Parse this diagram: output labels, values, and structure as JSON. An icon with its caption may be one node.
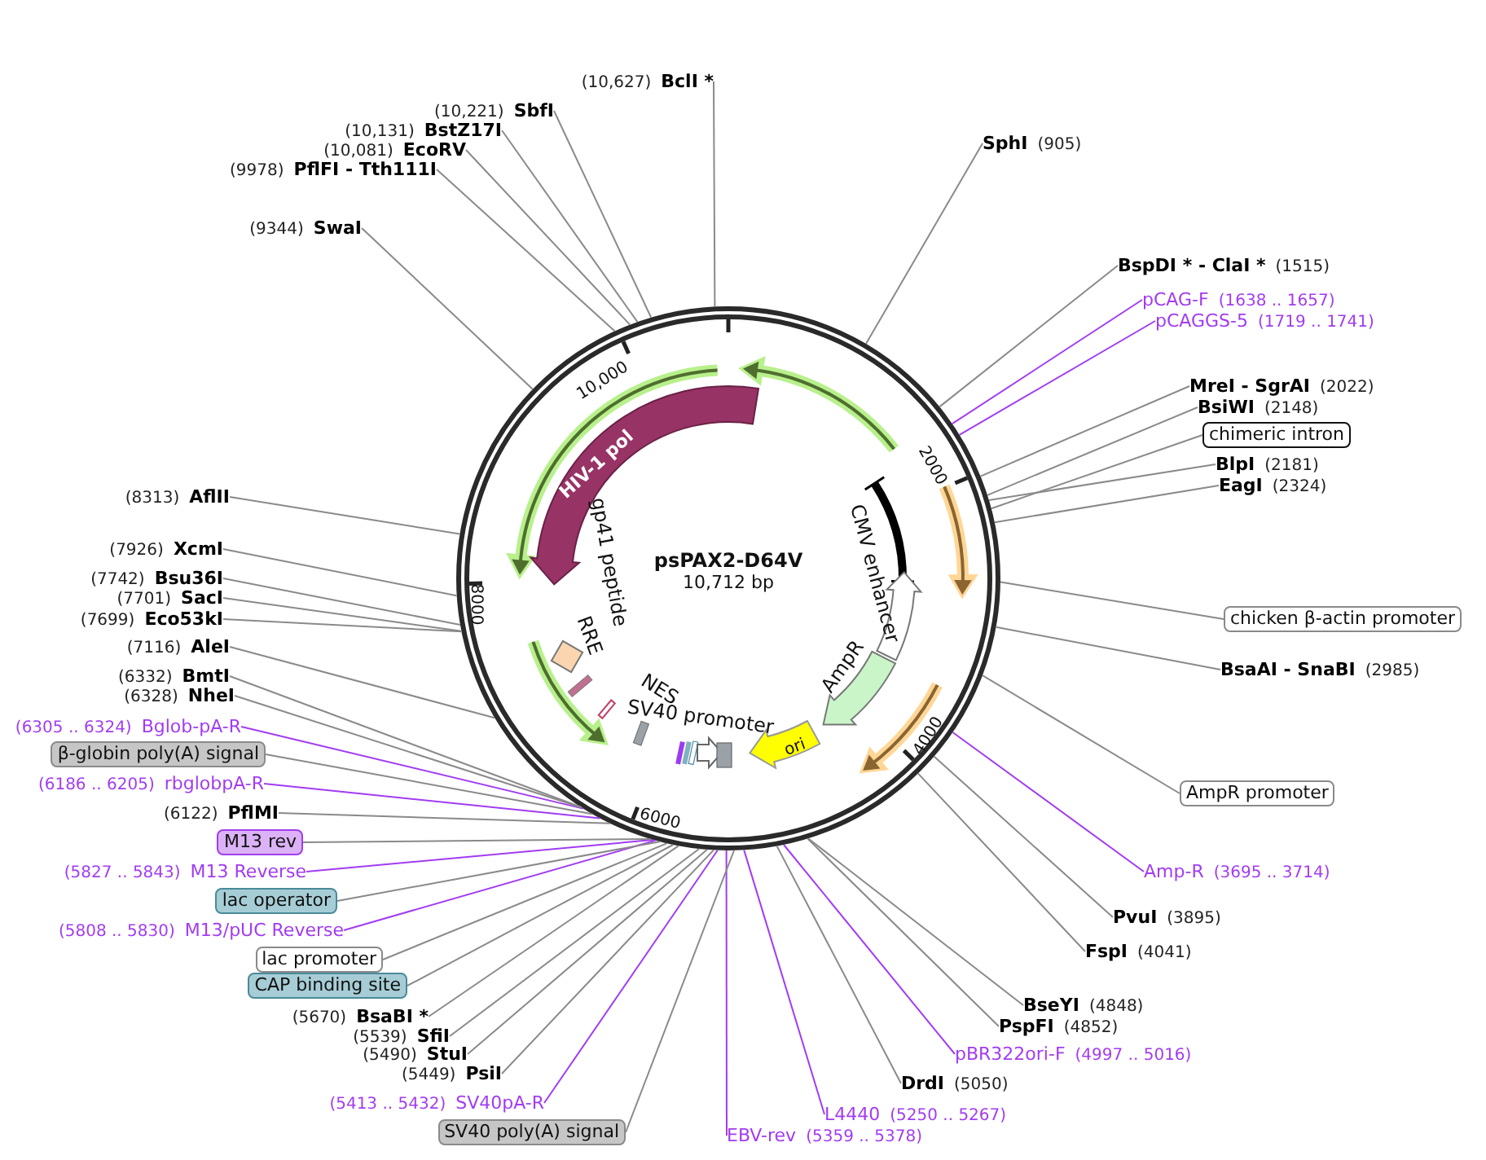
{
  "diagram": {
    "nodes": [
      {
        "text": [
          "psPAX2-D64V",
          "10,712 bp"
        ]
      },
      {
        "text": [
          "(10,627)",
          "BclI *"
        ]
      },
      {
        "text": [
          "SphI",
          "(905)"
        ]
      },
      {
        "text": [
          "BspDI * - ClaI *",
          "(1515)"
        ]
      },
      {
        "text": [
          "pCAG-F",
          "(1638 .. 1657)"
        ]
      },
      {
        "text": [
          "pCAGGS-5",
          "(1719 .. 1741)"
        ]
      },
      {
        "text": [
          "MreI - SgrAI",
          "(2022)"
        ]
      },
      {
        "text": [
          "BsiWI",
          "(2148)"
        ]
      },
      {
        "text": [
          "chimeric intron"
        ]
      },
      {
        "text": [
          "BlpI",
          "(2181)"
        ]
      },
      {
        "text": [
          "EagI",
          "(2324)"
        ]
      },
      {
        "text": [
          "chicken β-actin promoter"
        ]
      },
      {
        "text": [
          "BsaAI - SnaBI",
          "(2985)"
        ]
      },
      {
        "text": [
          "AmpR promoter"
        ]
      },
      {
        "text": [
          "Amp-R",
          "(3695 .. 3714)"
        ]
      },
      {
        "text": [
          "PvuI",
          "(3895)"
        ]
      },
      {
        "text": [
          "FspI",
          "(4041)"
        ]
      },
      {
        "text": [
          "BseYI",
          "(4848)"
        ]
      },
      {
        "text": [
          "PspFI",
          "(4852)"
        ]
      },
      {
        "text": [
          "pBR322ori-F",
          "(4997 .. 5016)"
        ]
      },
      {
        "text": [
          "DrdI",
          "(5050)"
        ]
      },
      {
        "text": [
          "L4440",
          "(5250 .. 5267)"
        ]
      },
      {
        "text": [
          "EBV-rev",
          "(5359 .. 5378)"
        ]
      },
      {
        "text": [
          "SV40 poly(A) signal"
        ]
      },
      {
        "text": [
          "(5413 .. 5432)",
          "SV40pA-R"
        ]
      },
      {
        "text": [
          "(5449)",
          "PsiI"
        ]
      },
      {
        "text": [
          "(5490)",
          "StuI"
        ]
      },
      {
        "text": [
          "(5539)",
          "SfiI"
        ]
      },
      {
        "text": [
          "(5670)",
          "BsaBI *"
        ]
      },
      {
        "text": [
          "CAP binding site"
        ]
      },
      {
        "text": [
          "lac promoter"
        ]
      },
      {
        "text": [
          "(5808 .. 5830)",
          "M13/pUC Reverse"
        ]
      },
      {
        "text": [
          "lac operator"
        ]
      },
      {
        "text": [
          "(5827 .. 5843)",
          "M13 Reverse"
        ]
      },
      {
        "text": [
          "M13 rev"
        ]
      },
      {
        "text": [
          "(6122)",
          "PflMI"
        ]
      },
      {
        "text": [
          "(6186 .. 6205)",
          "rbglobpA-R"
        ]
      },
      {
        "text": [
          "β-globin poly(A) signal"
        ]
      },
      {
        "text": [
          "(6305 .. 6324)",
          "Bglob-pA-R"
        ]
      },
      {
        "text": [
          "(6328)",
          "NheI"
        ]
      },
      {
        "text": [
          "(6332)",
          "BmtI"
        ]
      },
      {
        "text": [
          "(7116)",
          "AleI"
        ]
      },
      {
        "text": [
          "(7699)",
          "Eco53kI"
        ]
      },
      {
        "text": [
          "(7701)",
          "SacI"
        ]
      },
      {
        "text": [
          "(7742)",
          "Bsu36I"
        ]
      },
      {
        "text": [
          "(7926)",
          "XcmI"
        ]
      },
      {
        "text": [
          "(8313)",
          "AflII"
        ]
      },
      {
        "text": [
          "(9344)",
          "SwaI"
        ]
      },
      {
        "text": [
          "(9978)",
          "PflFI - Tth111I"
        ]
      },
      {
        "text": [
          "(10,081)",
          "EcoRV"
        ]
      },
      {
        "text": [
          "(10,131)",
          "BstZ17I"
        ]
      },
      {
        "text": [
          "(10,221)",
          "SbfI"
        ]
      }
    ],
    "edges": [
      {
        "from": 1,
        "to": 0,
        "arrow": "none"
      },
      {
        "from": 2,
        "to": 0,
        "arrow": "none"
      },
      {
        "from": 3,
        "to": 0,
        "arrow": "none"
      },
      {
        "from": 4,
        "to": 0,
        "arrow": "none",
        "color": "#a23cf2"
      },
      {
        "from": 5,
        "to": 0,
        "arrow": "none",
        "color": "#a23cf2"
      },
      {
        "from": 6,
        "to": 0,
        "arrow": "none"
      },
      {
        "from": 7,
        "to": 0,
        "arrow": "none"
      },
      {
        "from": 8,
        "to": 0,
        "arrow": "none"
      },
      {
        "from": 9,
        "to": 0,
        "arrow": "none"
      },
      {
        "from": 10,
        "to": 0,
        "arrow": "none"
      },
      {
        "from": 11,
        "to": 0,
        "arrow": "none"
      },
      {
        "from": 12,
        "to": 0,
        "arrow": "none"
      },
      {
        "from": 13,
        "to": 0,
        "arrow": "none"
      },
      {
        "from": 14,
        "to": 0,
        "arrow": "none",
        "color": "#a23cf2"
      },
      {
        "from": 15,
        "to": 0,
        "arrow": "none"
      },
      {
        "from": 16,
        "to": 0,
        "arrow": "none"
      },
      {
        "from": 17,
        "to": 0,
        "arrow": "none"
      },
      {
        "from": 18,
        "to": 0,
        "arrow": "none"
      },
      {
        "from": 19,
        "to": 0,
        "arrow": "none",
        "color": "#a23cf2"
      },
      {
        "from": 20,
        "to": 0,
        "arrow": "none"
      },
      {
        "from": 21,
        "to": 0,
        "arrow": "none",
        "color": "#a23cf2"
      },
      {
        "from": 22,
        "to": 0,
        "arrow": "none",
        "color": "#a23cf2"
      },
      {
        "from": 23,
        "to": 0,
        "arrow": "none"
      },
      {
        "from": 24,
        "to": 0,
        "arrow": "none",
        "color": "#a23cf2"
      },
      {
        "from": 25,
        "to": 0,
        "arrow": "none"
      },
      {
        "from": 26,
        "to": 0,
        "arrow": "none"
      },
      {
        "from": 27,
        "to": 0,
        "arrow": "none"
      },
      {
        "from": 28,
        "to": 0,
        "arrow": "none"
      },
      {
        "from": 29,
        "to": 0,
        "arrow": "none"
      },
      {
        "from": 30,
        "to": 0,
        "arrow": "none"
      },
      {
        "from": 31,
        "to": 0,
        "arrow": "none",
        "color": "#a23cf2"
      },
      {
        "from": 32,
        "to": 0,
        "arrow": "none"
      },
      {
        "from": 33,
        "to": 0,
        "arrow": "none",
        "color": "#a23cf2"
      },
      {
        "from": 34,
        "to": 0,
        "arrow": "none"
      },
      {
        "from": 35,
        "to": 0,
        "arrow": "none"
      },
      {
        "from": 36,
        "to": 0,
        "arrow": "none",
        "color": "#a23cf2"
      },
      {
        "from": 37,
        "to": 0,
        "arrow": "none"
      },
      {
        "from": 38,
        "to": 0,
        "arrow": "none",
        "color": "#a23cf2"
      },
      {
        "from": 39,
        "to": 0,
        "arrow": "none"
      },
      {
        "from": 40,
        "to": 0,
        "arrow": "none"
      },
      {
        "from": 41,
        "to": 0,
        "arrow": "none"
      },
      {
        "from": 42,
        "to": 0,
        "arrow": "none"
      },
      {
        "from": 43,
        "to": 0,
        "arrow": "none"
      },
      {
        "from": 44,
        "to": 0,
        "arrow": "none"
      },
      {
        "from": 45,
        "to": 0,
        "arrow": "none"
      },
      {
        "from": 46,
        "to": 0,
        "arrow": "none"
      },
      {
        "from": 47,
        "to": 0,
        "arrow": "none"
      },
      {
        "from": 48,
        "to": 0,
        "arrow": "none"
      },
      {
        "from": 49,
        "to": 0,
        "arrow": "none"
      },
      {
        "from": 50,
        "to": 0,
        "arrow": "none"
      },
      {
        "from": 51,
        "to": 0,
        "arrow": "none"
      }
    ],
    "labels": [
      "HIV-1 pol",
      "gp41 peptide",
      "RRE",
      "NES",
      "SV40 promoter",
      "CMV enhancer",
      "AmpR",
      "ori",
      "10,000",
      "2000",
      "4000",
      "6000",
      "8000"
    ]
  }
}
